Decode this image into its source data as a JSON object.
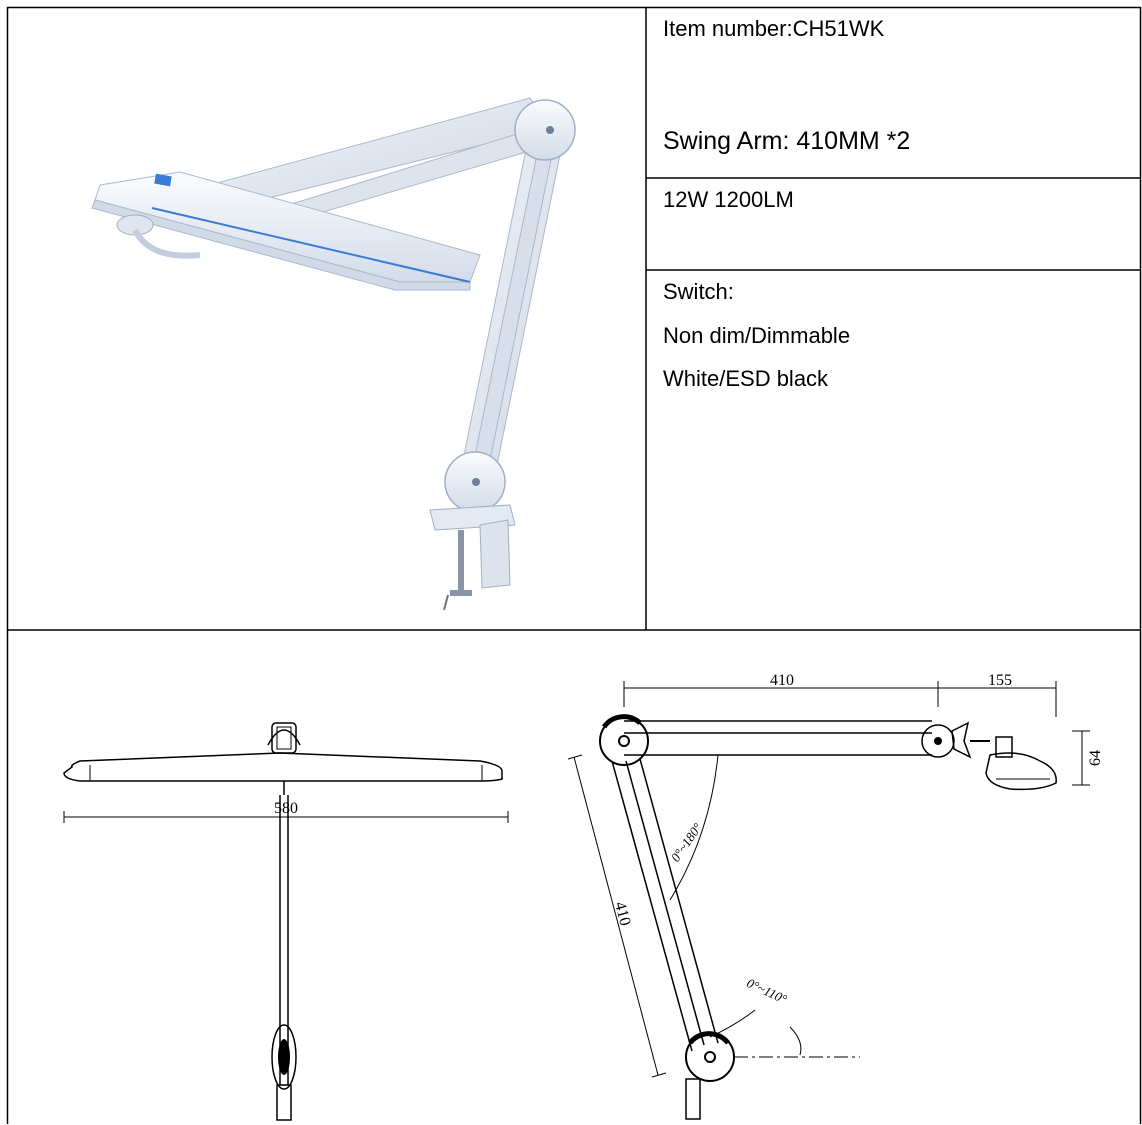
{
  "spec": {
    "item_number": "Item number:CH51WK",
    "swing_arm": "Swing Arm: 410MM *2",
    "power": "12W 1200LM",
    "switch_label": "Switch:",
    "switch_options": "Non dim/Dimmable",
    "colors": "White/ESD black"
  },
  "drawing": {
    "width_dim": "580",
    "upper_arm_dim": "410",
    "head_offset_dim": "155",
    "head_height_dim": "64",
    "lower_arm_dim": "410",
    "angle_upper": "0°~180°",
    "angle_lower": "0°~110°"
  },
  "colors": {
    "border": "#000000",
    "lamp_body": "#eef2f8",
    "lamp_shade": "#c9d6e6",
    "accent_blue": "#3a7bd5"
  }
}
